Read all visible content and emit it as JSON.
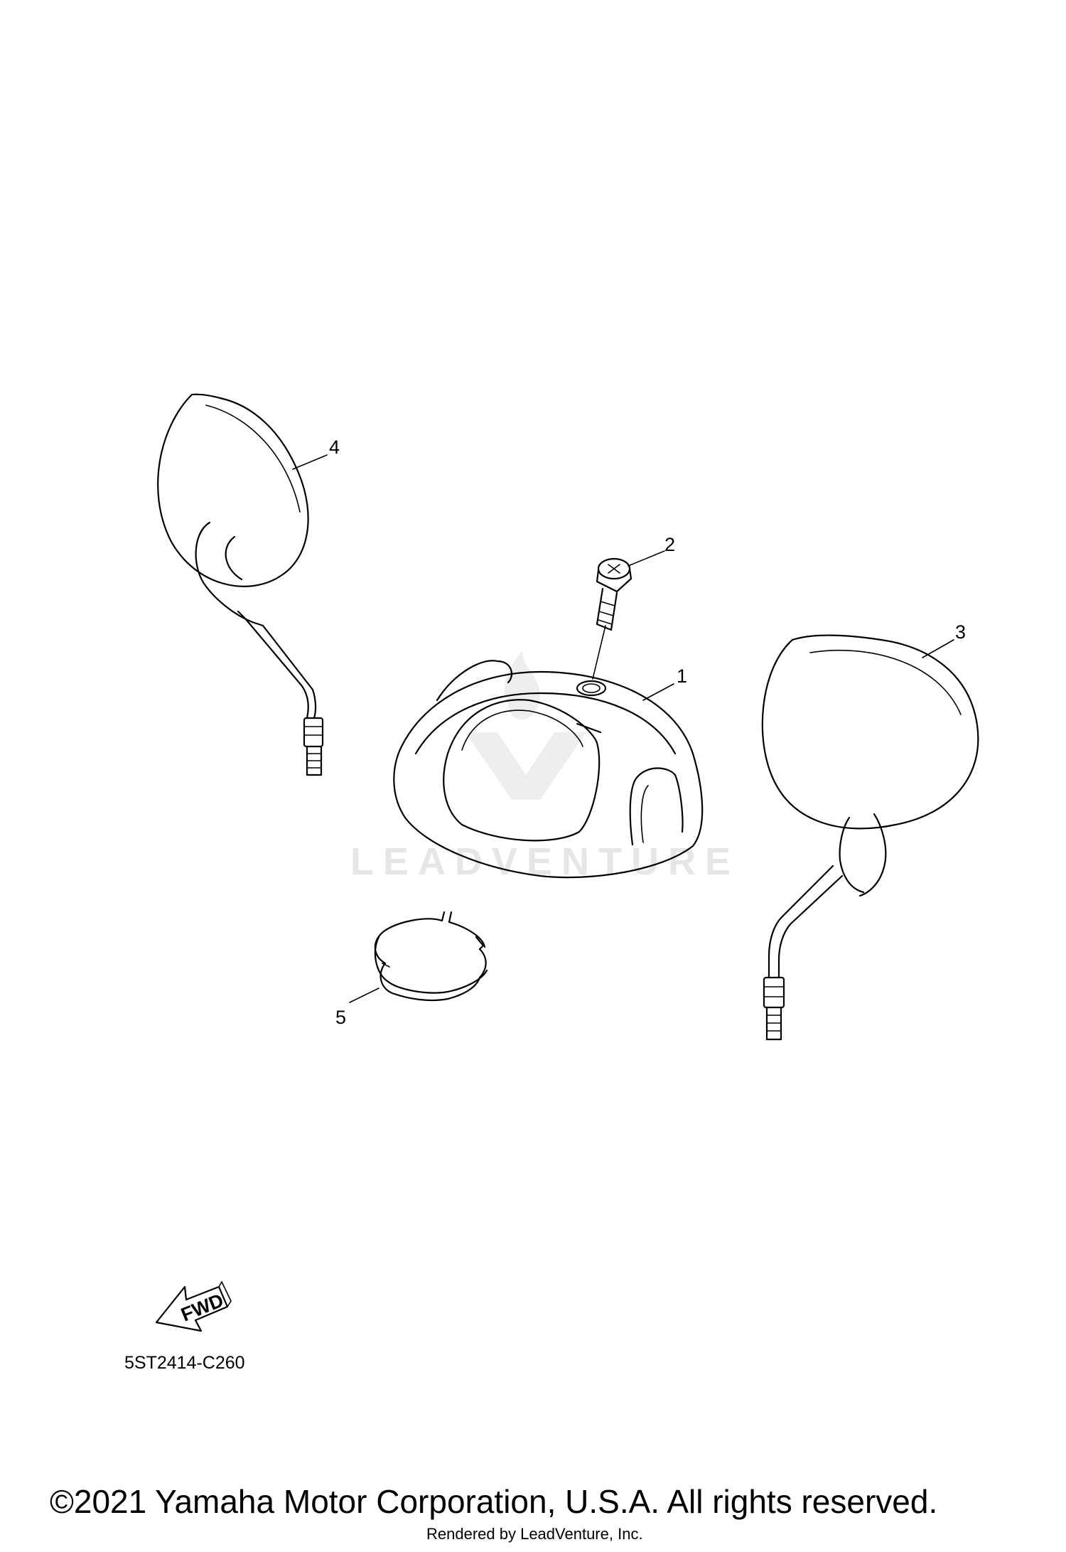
{
  "callouts": {
    "c1": "1",
    "c2": "2",
    "c3": "3",
    "c4": "4",
    "c5": "5"
  },
  "fwd_label": "FWD",
  "diagram_code": "5ST2414-C260",
  "copyright": "©2021 Yamaha Motor Corporation, U.S.A. All rights reserved.",
  "rendered_by": "Rendered by LeadVenture, Inc.",
  "watermark": "LEADVENTURE"
}
